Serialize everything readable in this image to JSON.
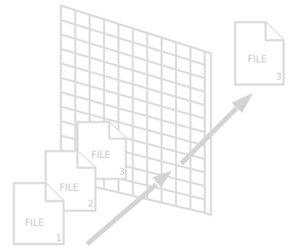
{
  "colors": {
    "stroke": "#dadada",
    "grid": "#dcdcdc",
    "arrow": "#d4d4d4",
    "text": "#c4c4c4"
  },
  "files_front": [
    {
      "label": "FILE",
      "number": "3"
    },
    {
      "label": "FILE",
      "number": "2"
    },
    {
      "label": "FILE",
      "number": "1"
    }
  ],
  "file_passed": {
    "label": "FILE",
    "number": "3"
  },
  "icons": {
    "filter": "grid-filter-icon",
    "arrow_in": "arrow-in-icon",
    "arrow_out": "arrow-out-icon"
  }
}
